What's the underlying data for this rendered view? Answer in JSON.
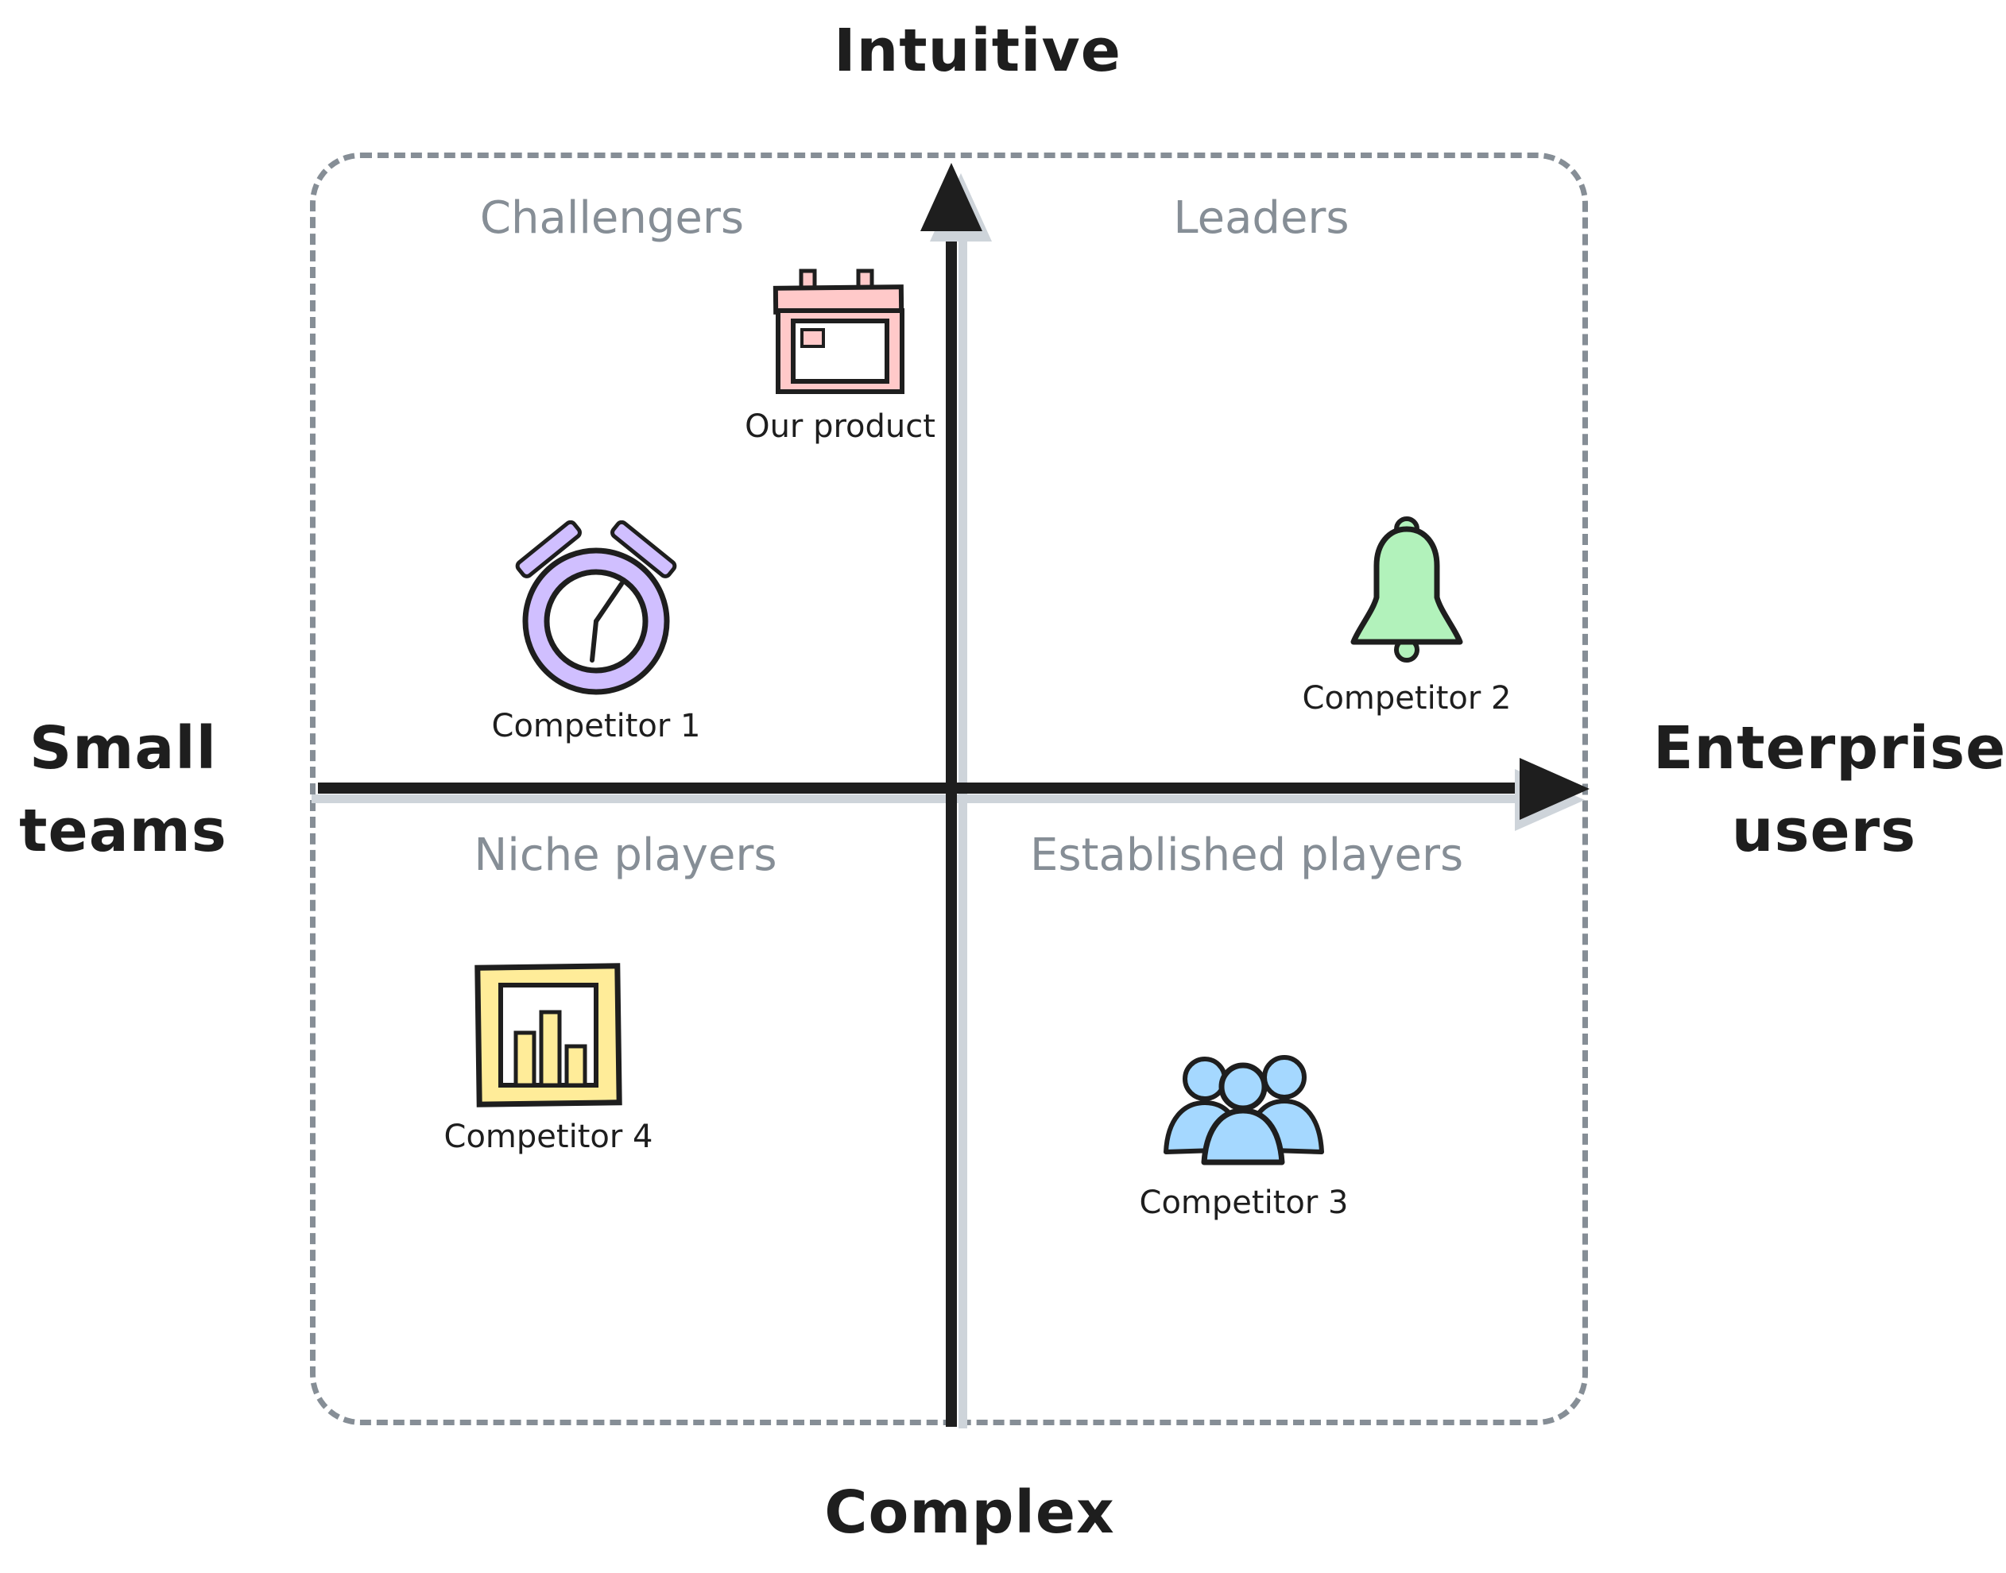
{
  "diagram": {
    "title_top": "Intuitive",
    "title_bottom": "Complex",
    "left_axis": [
      "Small",
      "teams"
    ],
    "right_axis": [
      "Enterprise",
      "users"
    ],
    "quadrants": {
      "top_left": "Challengers",
      "top_right": "Leaders",
      "bottom_left": "Niche players",
      "bottom_right": "Established players"
    },
    "items": [
      {
        "label": "Our product",
        "icon": "calendar-icon",
        "color": "#ffc9c9",
        "quadrant": "top_left"
      },
      {
        "label": "Competitor 1",
        "icon": "alarm-clock-icon",
        "color": "#d0bfff",
        "quadrant": "top_left"
      },
      {
        "label": "Competitor 2",
        "icon": "bell-icon",
        "color": "#b2f2bb",
        "quadrant": "top_right"
      },
      {
        "label": "Competitor 3",
        "icon": "people-icon",
        "color": "#a5d8ff",
        "quadrant": "bottom_right"
      },
      {
        "label": "Competitor 4",
        "icon": "bar-chart-icon",
        "color": "#ffec99",
        "quadrant": "bottom_left"
      }
    ],
    "colors": {
      "text": "#1e1e1e",
      "quadrant_label": "#868e96",
      "axis": "#1e1e1e",
      "axis_shadow": "#ced4da",
      "dashed_border": "#868e96",
      "pink": "#ffc9c9",
      "violet": "#d0bfff",
      "green": "#b2f2bb",
      "blue": "#a5d8ff",
      "yellow": "#ffec99"
    }
  }
}
